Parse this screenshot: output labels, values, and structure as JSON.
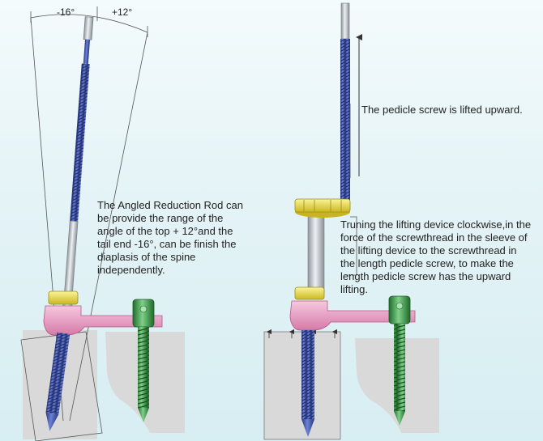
{
  "left_panel": {
    "angle_minus": "-16°",
    "angle_plus": "+12°",
    "caption": "The Angled Reduction Rod can\n be provide the range of the\nangle of the top + 12°and the\ntail end -16°, can be finish the\ndiaplasis of the spine\nindependently."
  },
  "right_panel": {
    "lift_caption": "The pedicle screw is lifted upward.",
    "caption": "Truning the lifting device clockwise,in the\nforce of the screwthread in the sleeve of\nthe lifting device to the screwthread in\nthe length pedicle screw, to make the\nlength pedicle screw has the upward\nlifting."
  },
  "colors": {
    "rod_blue": "#3b4fa8",
    "sleeve_gray": "#b9bec4",
    "nut_yellow": "#efe14a",
    "connector_pink": "#e59bc0",
    "screw_green": "#3f9a48",
    "bone_gray": "#d9d9d9"
  }
}
